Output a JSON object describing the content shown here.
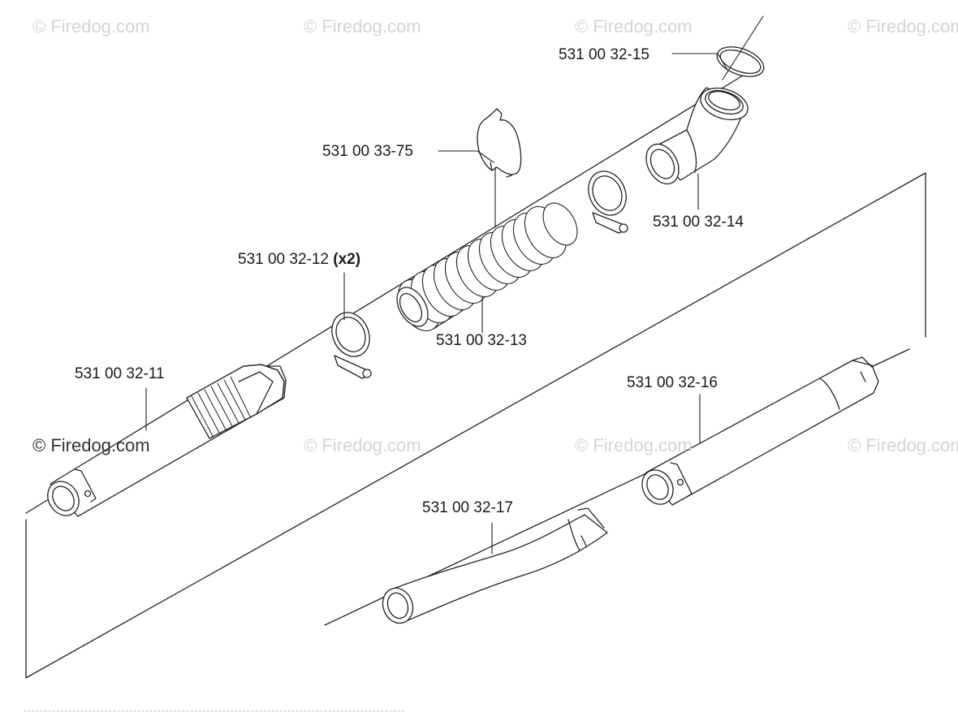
{
  "watermark": {
    "text": "© Firedog.com"
  },
  "parts": {
    "p11": "531 00 32-11",
    "p12": "531 00 32-12",
    "p12_qty": "(x2)",
    "p13": "531 00 32-13",
    "p14": "531 00 32-14",
    "p15": "531 00 32-15",
    "p16": "531 00 32-16",
    "p17": "531 00 32-17",
    "p75": "531 00 33-75"
  }
}
